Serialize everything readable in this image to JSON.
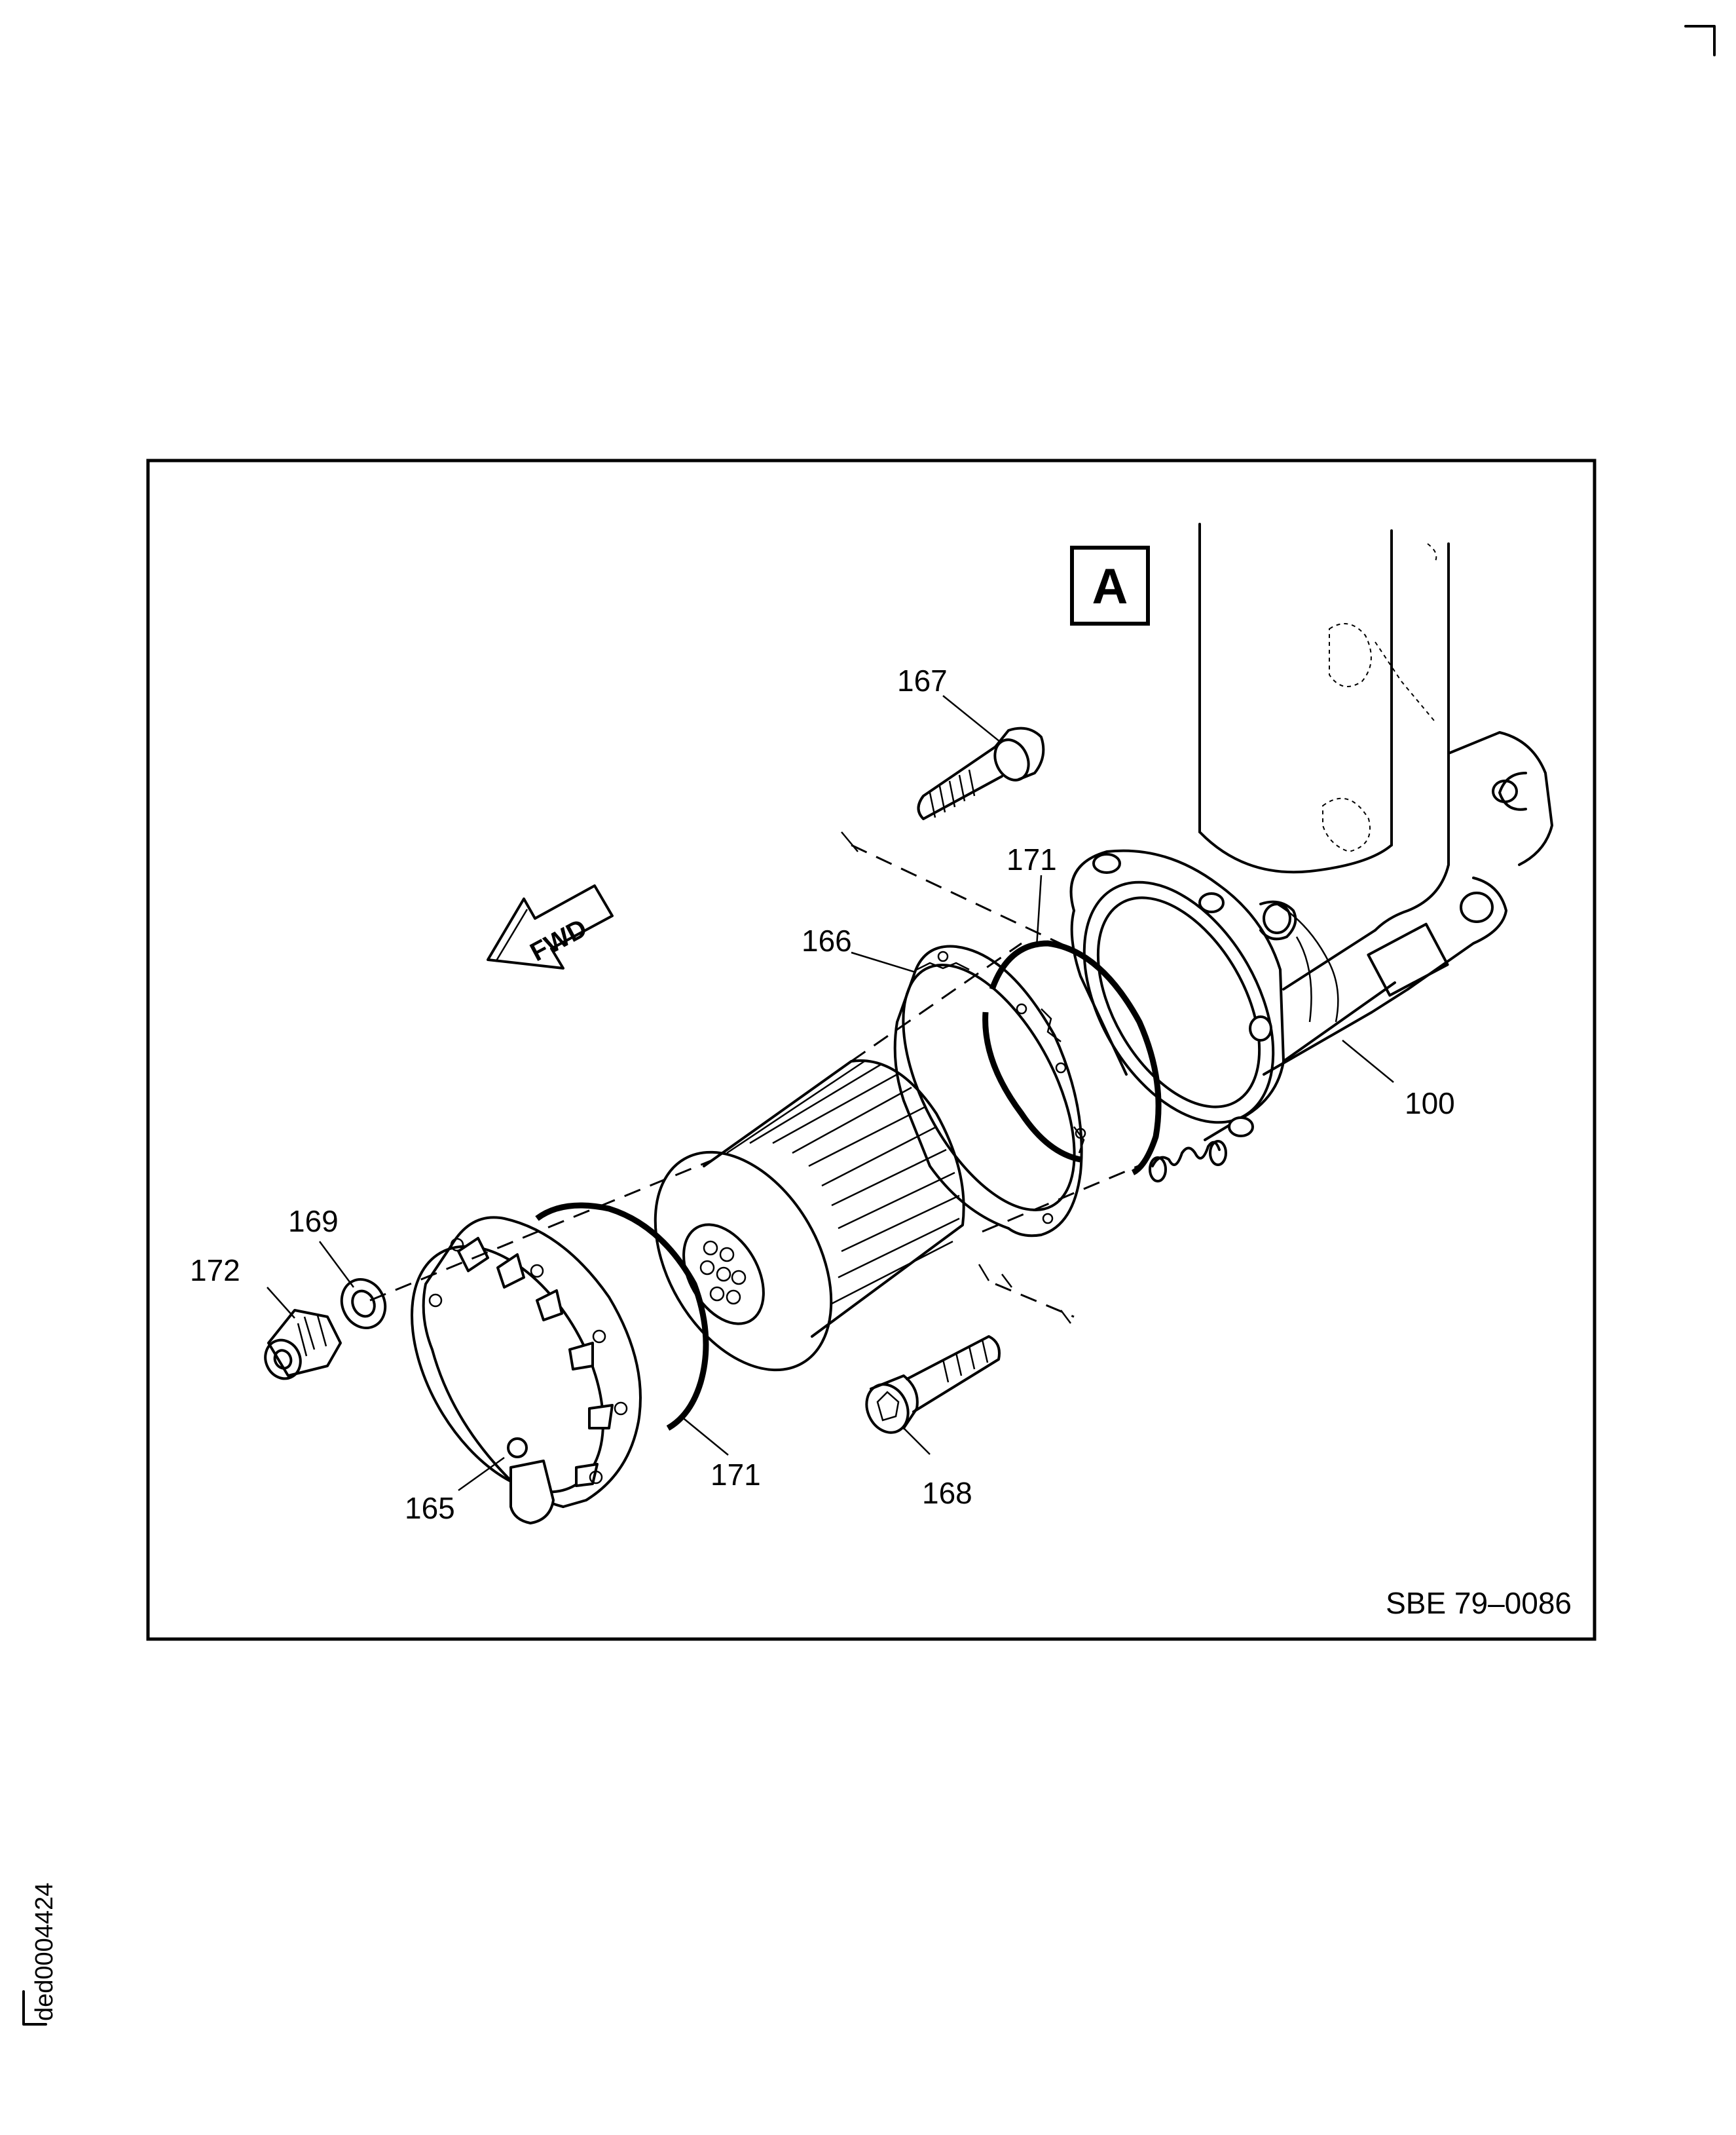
{
  "view_label": "A",
  "direction_label": "FWD",
  "reference": "SBE 79–0086",
  "document_id": "ded0004424",
  "callouts": [
    {
      "id": "callout-167",
      "text": "167"
    },
    {
      "id": "callout-171-upper",
      "text": "171"
    },
    {
      "id": "callout-166",
      "text": "166"
    },
    {
      "id": "callout-100",
      "text": "100"
    },
    {
      "id": "callout-169",
      "text": "169"
    },
    {
      "id": "callout-172",
      "text": "172"
    },
    {
      "id": "callout-171-lower",
      "text": "171"
    },
    {
      "id": "callout-168",
      "text": "168"
    },
    {
      "id": "callout-165",
      "text": "165"
    }
  ]
}
